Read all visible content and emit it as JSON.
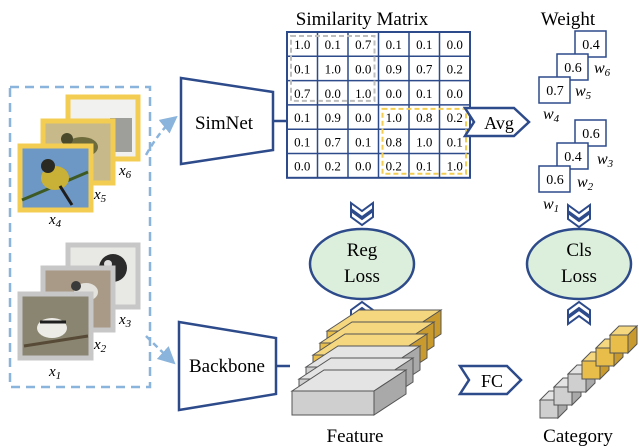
{
  "titles": {
    "similarity_matrix": "Similarity Matrix",
    "weight": "Weight",
    "feature": "Feature",
    "category": "Category"
  },
  "boxes": {
    "simnet": "SimNet",
    "backbone": "Backbone",
    "avg": "Avg",
    "fc": "FC"
  },
  "losses": {
    "reg_top": "Reg",
    "reg_bottom": "Loss",
    "cls_top": "Cls",
    "cls_bottom": "Loss"
  },
  "matrix": [
    [
      "1.0",
      "0.1",
      "0.7",
      "0.1",
      "0.1",
      "0.0"
    ],
    [
      "0.1",
      "1.0",
      "0.0",
      "0.9",
      "0.7",
      "0.2"
    ],
    [
      "0.7",
      "0.0",
      "1.0",
      "0.0",
      "0.1",
      "0.0"
    ],
    [
      "0.1",
      "0.9",
      "0.0",
      "1.0",
      "0.8",
      "0.2"
    ],
    [
      "0.1",
      "0.7",
      "0.1",
      "0.8",
      "1.0",
      "0.1"
    ],
    [
      "0.0",
      "0.2",
      "0.0",
      "0.2",
      "0.1",
      "1.0"
    ]
  ],
  "weights": {
    "w1": "0.6",
    "w2": "0.4",
    "w3": "0.6",
    "w4": "0.7",
    "w5": "0.6",
    "w6": "0.4"
  },
  "weight_labels": {
    "w1": "w",
    "w1_sub": "1",
    "w2": "w",
    "w2_sub": "2",
    "w3": "w",
    "w3_sub": "3",
    "w4": "w",
    "w4_sub": "4",
    "w5": "w",
    "w5_sub": "5",
    "w6": "w",
    "w6_sub": "6"
  },
  "image_labels": {
    "x1": "x",
    "x1_sub": "1",
    "x2": "x",
    "x2_sub": "2",
    "x3": "x",
    "x3_sub": "3",
    "x4": "x",
    "x4_sub": "4",
    "x5": "x",
    "x5_sub": "5",
    "x6": "x",
    "x6_sub": "6"
  },
  "colors": {
    "box_stroke": "#2d4a8a",
    "dashed_blue": "#8ab4dc",
    "gold": "#f3cd52",
    "gray_frame": "#c7c7c7",
    "loss_fill": "#dcefdc",
    "bar_gold": "#e8bd4a",
    "bar_gray": "#cfcfcf"
  }
}
